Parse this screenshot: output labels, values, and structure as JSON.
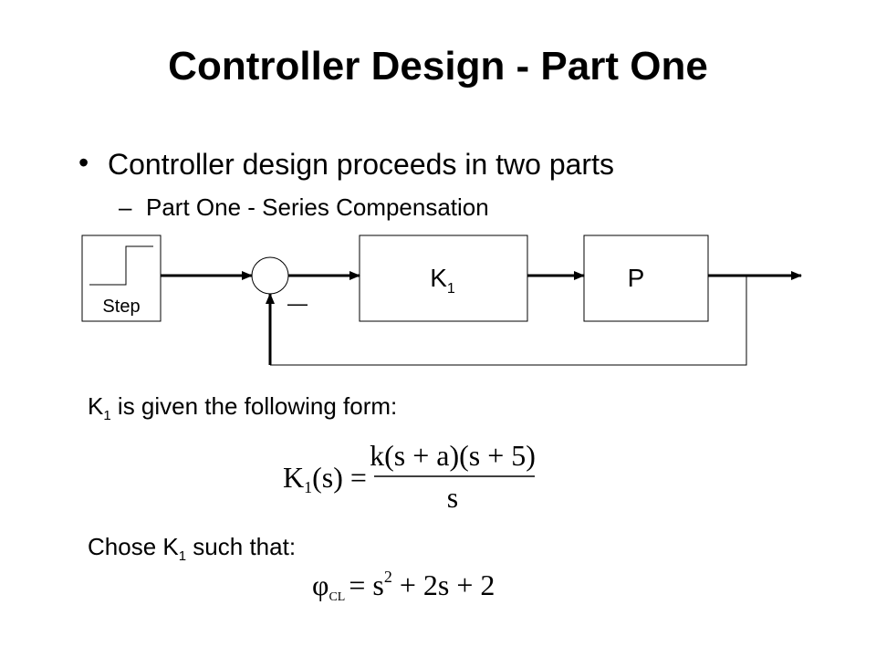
{
  "slide": {
    "title": "Controller Design - Part One",
    "bullet_1": "Controller design proceeds in two parts",
    "sub_bullet_1": "Part One - Series Compensation"
  },
  "diagram": {
    "step_label": "Step",
    "controller_block": "K",
    "controller_subscript": "1",
    "plant_block": "P",
    "feedback_sign": "—"
  },
  "text": {
    "k1_prefix": "K",
    "k1_sub": "1",
    "k1_form_suffix": " is given the following form:",
    "chose_prefix": "Chose K",
    "chose_sub": "1",
    "chose_suffix": " such that:"
  },
  "equations": {
    "k1_lhs_main": "K",
    "k1_lhs_sub": "1",
    "k1_lhs_arg": "(s) =",
    "k1_numerator": "k(s + a)(s + 5)",
    "k1_denominator": "s",
    "phi_symbol": "φ",
    "phi_sub": "CL",
    "phi_rhs_a": "= s",
    "phi_rhs_exp": "2",
    "phi_rhs_b": " + 2s + 2"
  }
}
